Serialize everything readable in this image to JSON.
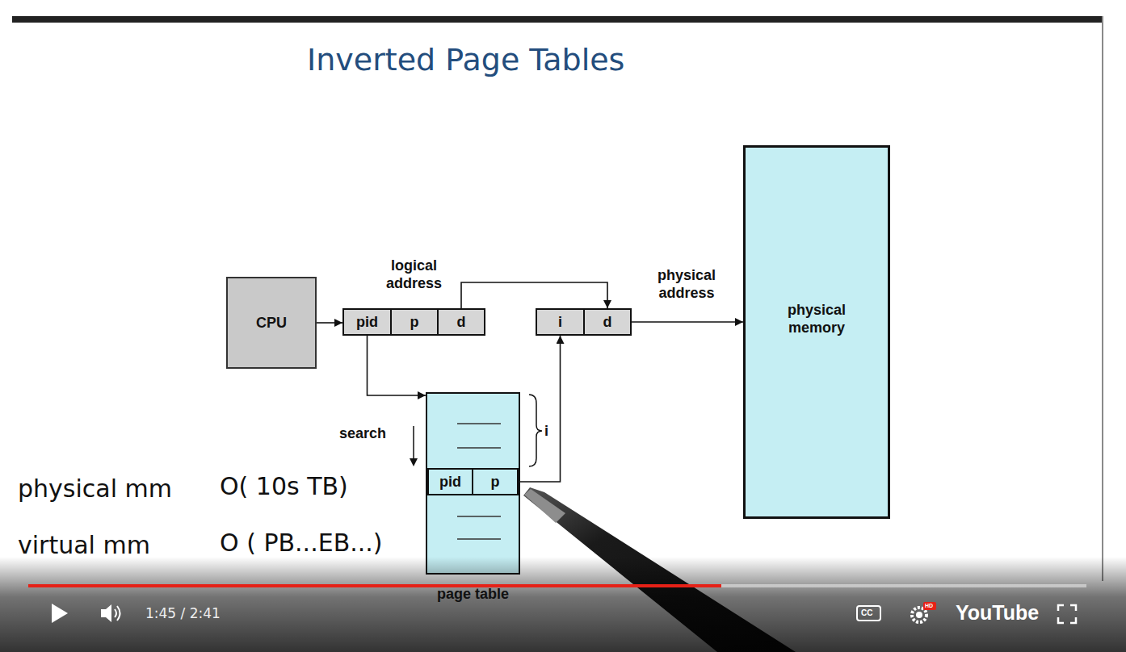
{
  "diagram": {
    "title": "Inverted Page Tables",
    "nodes": [
      {
        "text": [
          "CPU"
        ]
      },
      {
        "text": [
          "logical address"
        ]
      },
      {
        "text": [
          "pid"
        ],
        "in": 1
      },
      {
        "text": [
          "p"
        ],
        "in": 1
      },
      {
        "text": [
          "d"
        ],
        "in": 1
      },
      {
        "text": [
          "i"
        ]
      },
      {
        "text": [
          "d"
        ]
      },
      {
        "text": [
          "physical memory"
        ]
      },
      {
        "text": [
          "page table"
        ]
      },
      {
        "text": [
          "pid"
        ],
        "in": 8
      },
      {
        "text": [
          "p"
        ],
        "in": 8
      }
    ],
    "edges": [
      {
        "from": 0,
        "to": 1,
        "arrow": "to"
      },
      {
        "from": 4,
        "to": 6,
        "arrow": "to"
      },
      {
        "from": 2,
        "to": 8,
        "arrow": "to"
      },
      {
        "from": 10,
        "to": 5,
        "arrow": "to"
      },
      {
        "from": 6,
        "to": 7,
        "label": "physical address",
        "arrow": "to"
      }
    ],
    "labels": [
      "search",
      "i",
      "physical mm",
      "O( 10s TB)",
      "virtual mm",
      "O ( PB...EB...)",
      "1:45 / 2:41",
      "CC",
      "HD",
      "YouTube"
    ]
  }
}
